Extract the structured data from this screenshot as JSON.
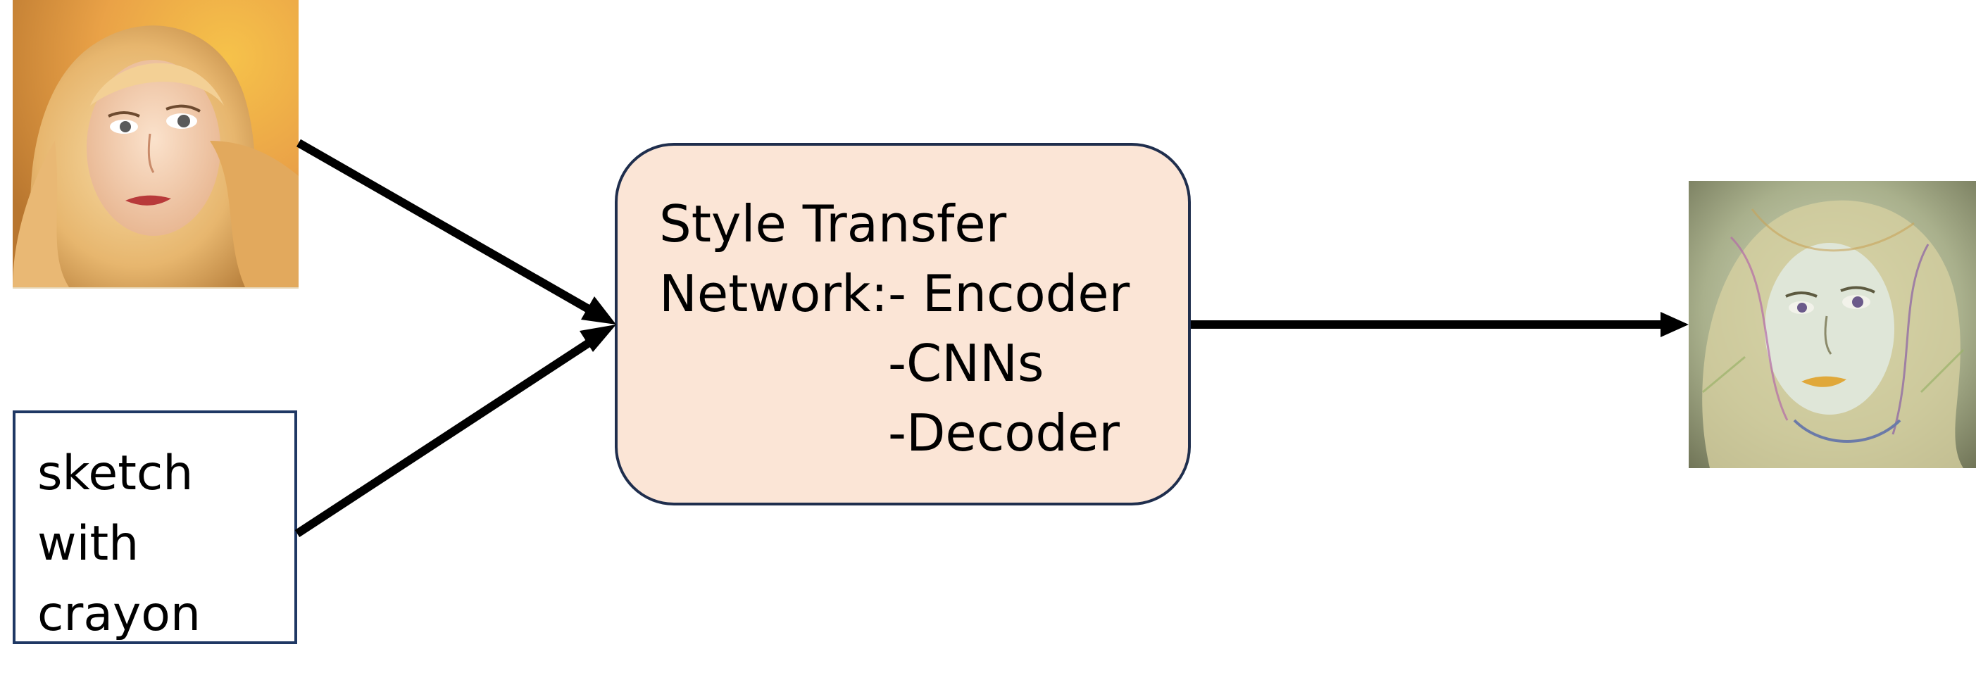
{
  "diagram": {
    "content_image": {
      "kind": "portrait-photo",
      "palette": [
        "#f0a23a",
        "#e7c08a",
        "#b8762f",
        "#f7d59a"
      ]
    },
    "style_box": {
      "lines": [
        "sketch",
        "with",
        "crayon"
      ],
      "border_color": "#1f3864"
    },
    "network_box": {
      "title": "Style Transfer",
      "network_label": "Network:",
      "components": [
        "- Encoder",
        "-CNNs",
        "-Decoder"
      ],
      "fill_color": "#fbe5d6",
      "border_color": "#1f2e4d"
    },
    "output_image": {
      "kind": "stylized-sketch-portrait",
      "palette": [
        "#c9d6b8",
        "#8f9b78",
        "#d9cfa0",
        "#b46aa8",
        "#6b7aa8"
      ]
    },
    "arrow_color": "#000000"
  }
}
